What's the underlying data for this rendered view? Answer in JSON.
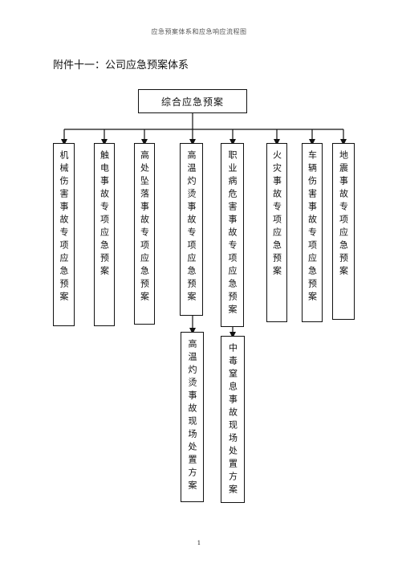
{
  "header": {
    "text": "应急预案体系和应急响应流程图"
  },
  "title": "附件十一：公司应急预案体系",
  "root": {
    "label": "综合应急预案"
  },
  "plans": [
    {
      "label": "机械伤害事故专项应急预案"
    },
    {
      "label": "触电事故专项应急预案"
    },
    {
      "label": "高处坠落事故专项应急预案"
    },
    {
      "label": "高温灼烫事故专项应急预案"
    },
    {
      "label": "职业病危害事故专项应急预案"
    },
    {
      "label": "火灾事故专项应急预案"
    },
    {
      "label": "车辆伤害事故专项应急预案"
    },
    {
      "label": "地震事故专项应急预案"
    }
  ],
  "sub_plans": [
    {
      "label": "高温灼烫事故现场处置方案"
    },
    {
      "label": "中毒窒息事故现场处置方案"
    }
  ],
  "footer": {
    "page_number": "1"
  }
}
